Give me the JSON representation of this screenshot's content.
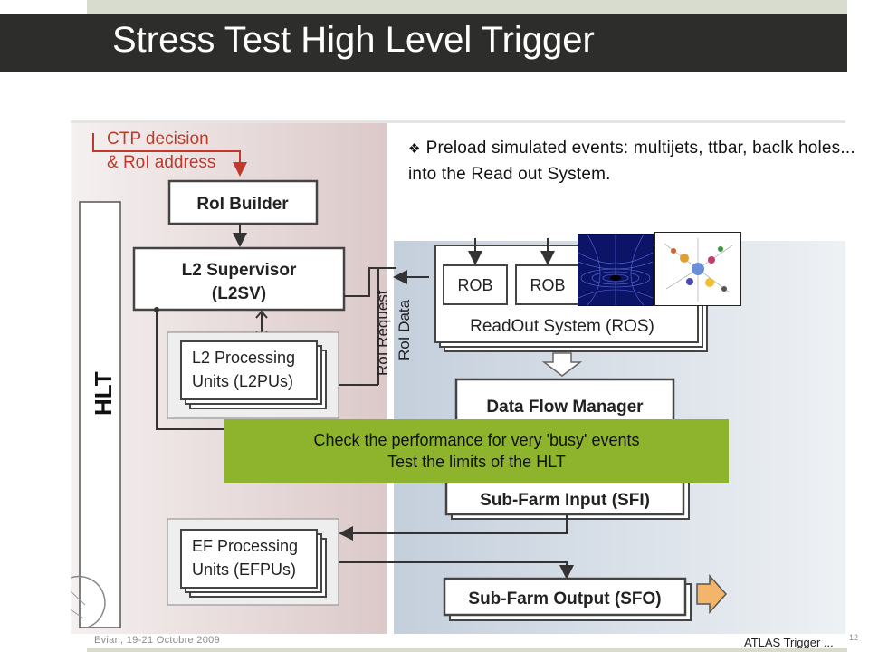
{
  "slide": {
    "title": "Stress Test High Level Trigger",
    "bullet_marker": "❖",
    "bullet_text": "Preload simulated events: multijets, ttbar, baclk holes... into the Read out System.",
    "callout_line1": "Check the performance for very 'busy' events",
    "callout_line2": "Test the limits of the HLT"
  },
  "diagram": {
    "ctp_line1": "CTP decision",
    "ctp_line2": "& RoI address",
    "roi_builder": "RoI Builder",
    "l2sv_line1": "L2 Supervisor",
    "l2sv_line2": "(L2SV)",
    "l2pu_line1": "L2 Processing",
    "l2pu_line2": "Units (L2PUs)",
    "hlt": "HLT",
    "roi_request": "RoI Request",
    "roi_data": "RoI Data",
    "rob1": "ROB",
    "rob2": "ROB",
    "ros": "ReadOut System (ROS)",
    "dfm": "Data Flow Manager",
    "sfi": "Sub-Farm Input (SFI)",
    "efpu_line1": "EF Processing",
    "efpu_line2": "Units (EFPUs)",
    "sfo": "Sub-Farm Output (SFO)"
  },
  "footer": {
    "left": "Evian, 19-21 Octobre 2009",
    "right": "ATLAS Trigger ...",
    "page": "12"
  },
  "colors": {
    "title_bg": "#2d2d2b",
    "accent_green": "#8db42c",
    "ctp_red": "#c0392b",
    "left_panel": "#e9dcdc",
    "right_panel": "#cfd6e0"
  }
}
